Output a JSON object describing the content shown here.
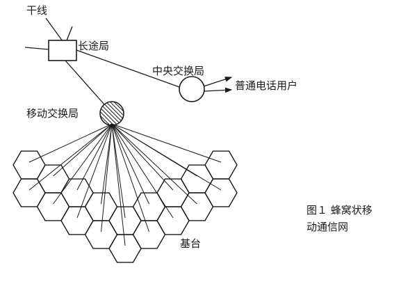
{
  "labels": {
    "trunk_line": "干线",
    "toll_office": "长途局",
    "central_exchange": "中央交换局",
    "telephone_user": "普通电话用户",
    "mobile_exchange": "移动交换局",
    "base_station": "基台"
  },
  "caption": {
    "line1": "图１  蜂窝状移",
    "line2": "动通信网"
  },
  "colors": {
    "ink": "#1a1a1a",
    "background": "#ffffff"
  }
}
